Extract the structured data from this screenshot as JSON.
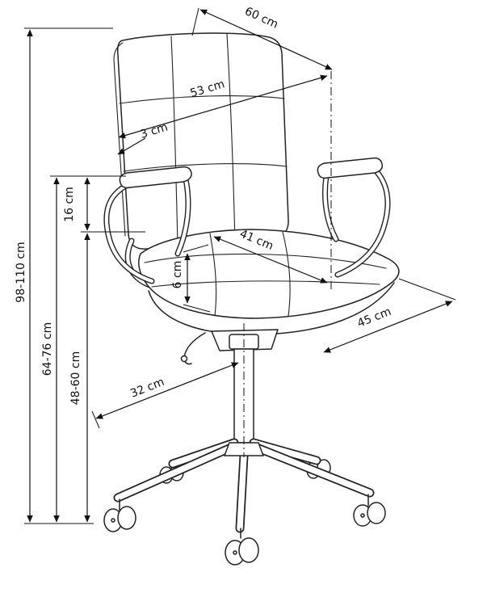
{
  "diagram": {
    "subject": "office chair dimension drawing",
    "unit": "cm",
    "colors": {
      "line": "#111111",
      "background": "#ffffff"
    }
  },
  "dimensions": {
    "overall_height": "98-110 cm",
    "armrest_height": "64-76 cm",
    "seat_to_armrest_gap": "16 cm",
    "seat_height": "48-60 cm",
    "cushion_thickness": "6 cm",
    "backrest_diagonal_height": "60 cm",
    "backrest_width": "53 cm",
    "backrest_thickness": "3 cm",
    "seat_width": "41 cm",
    "seat_depth": "45 cm",
    "base_span": "32 cm"
  }
}
